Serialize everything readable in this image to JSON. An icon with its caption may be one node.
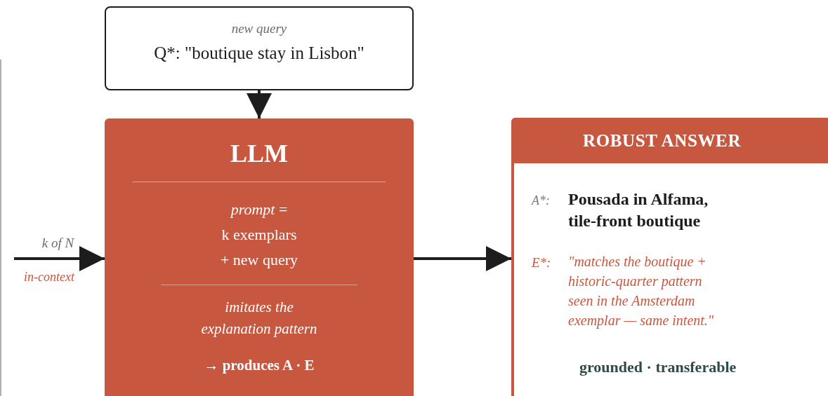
{
  "diagram": {
    "nodes": [
      {
        "text": [
          "new query",
          "Q*: \"boutique stay in Lisbon\""
        ]
      },
      {
        "text": [
          "LLM",
          "*prompt* =",
          "k exemplars",
          "+ new query",
          "imitates the explanation pattern",
          "→ produces A · E"
        ]
      },
      {
        "text": [
          "ROBUST ANSWER",
          "A*:",
          "Pousada in Alfama, tile-front boutique",
          "E*:",
          "\"matches the boutique + historic-quarter pattern seen in the Amsterdam exemplar — same intent.\"",
          "grounded · transferable"
        ]
      }
    ],
    "edges": [
      {
        "from": 0,
        "to": 1,
        "arrow": "to"
      },
      {
        "from": null,
        "to": 1,
        "arrow": "to",
        "label": "k of N"
      },
      {
        "from": 1,
        "to": 2,
        "arrow": "to"
      }
    ],
    "labels": [
      "in-context"
    ]
  }
}
